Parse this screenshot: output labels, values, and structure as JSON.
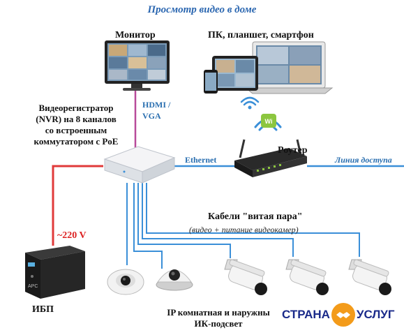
{
  "title": "Просмотр видео в доме",
  "labels": {
    "monitor": "Монитор",
    "pc": "ПК, планшет, смартфон",
    "hdmi": "HDMI /",
    "vga": "VGA",
    "nvr_line1": "Видеорегистратор",
    "nvr_line2": "(NVR) на 8 каналов",
    "nvr_line3": "со встроенным",
    "nvr_line4": "коммутатором с PoE",
    "router": "Роутер",
    "ethernet": "Ethernet",
    "access_line": "Линия доступа",
    "cables": "Кабели \"витая пара\"",
    "cables_sub": "(видео + питание видеокамер)",
    "voltage": "~220 V",
    "ups": "ИБП",
    "cameras_line1": "IP комнатная и наружны",
    "cameras_line2": "ИК-подсвет",
    "ups_brand": "APC"
  },
  "logo": {
    "left": "СТРАНА",
    "right": "УСЛУГ"
  },
  "colors": {
    "cable": "#3a8fd8",
    "power": "#e03a3a",
    "title": "#2a66b0",
    "logo_text": "#1a2a8a",
    "logo_circle": "#f39b1a"
  }
}
